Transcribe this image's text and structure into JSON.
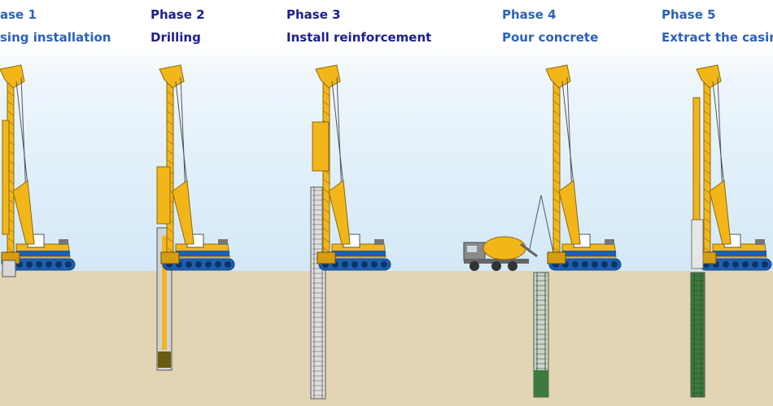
{
  "phases": [
    {
      "title": "ase 1",
      "caption": "sing installation",
      "title_color": "#2b62b8"
    },
    {
      "title": "Phase 2",
      "caption": "Drilling",
      "title_color": "#1c1e8f"
    },
    {
      "title": "Phase 3",
      "caption": "Install reinforcement",
      "title_color": "#1c1e8f"
    },
    {
      "title": "Phase 4",
      "caption": "Pour concrete",
      "title_color": "#2b62b8"
    },
    {
      "title": "Phase 5",
      "caption": "Extract the casing",
      "title_color": "#2b62b8"
    }
  ],
  "colors": {
    "rig": "#f3b619",
    "crawler": "#1d5fb0",
    "sky": "#d6eaf8",
    "ground": "#e2d5b3",
    "concrete": "#3d7a3f",
    "casing": "#d8d8d8"
  }
}
